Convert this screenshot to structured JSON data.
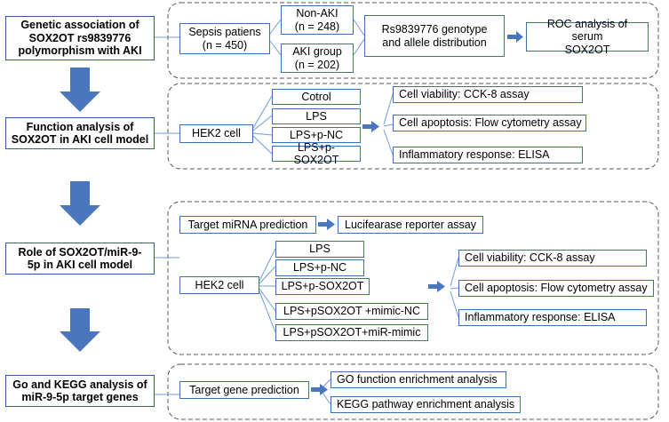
{
  "stages": [
    {
      "title": "Genetic association of\nSOX2OT rs9839776\npolymorphism with AKI"
    },
    {
      "title": "Function analysis of\nSOX2OT in AKI cell model"
    },
    {
      "title": "Role of SOX2OT/miR-9-\n5p in AKI cell model"
    },
    {
      "title": "Go and KEGG analysis of\nmiR-9-5p target genes"
    }
  ],
  "panel1": {
    "sepsis": "Sepsis patiens\n(n = 450)",
    "non_aki": "Non-AKI\n(n = 248)",
    "aki_group": "AKI group\n(n = 202)",
    "genotype": "Rs9839776 genotype\nand allele distribution",
    "roc": "ROC analysis of serum\nSOX2OT"
  },
  "panel2": {
    "cell": "HEK2 cell",
    "groups": [
      "Cotrol",
      "LPS",
      "LPS+p-NC",
      "LPS+p-SOX2OT"
    ],
    "assays": [
      "Cell viability: CCK-8 assay",
      "Cell apoptosis: Flow cytometry assay",
      "Inflammatory response: ELISA"
    ]
  },
  "panel3": {
    "target_prediction": "Target miRNA prediction",
    "luciferase": "Lucifearase reporter assay",
    "cell": "HEK2 cell",
    "groups": [
      "LPS",
      "LPS+p-NC",
      "LPS+p-SOX2OT",
      "LPS+pSOX2OT +mimic-NC",
      "LPS+pSOX2OT+miR-mimic"
    ],
    "assays": [
      "Cell viability: CCK-8 assay",
      "Cell apoptosis: Flow cytometry assay",
      "Inflammatory response: ELISA"
    ]
  },
  "panel4": {
    "target_gene": "Target gene prediction",
    "go": "GO function enrichment analysis",
    "kegg": "KEGG pathway enrichment analysis"
  },
  "colors": {
    "border": "#3a6fb0",
    "arrow": "#4a76bd",
    "dashed": "#555555",
    "branch": "#6d9be0"
  }
}
